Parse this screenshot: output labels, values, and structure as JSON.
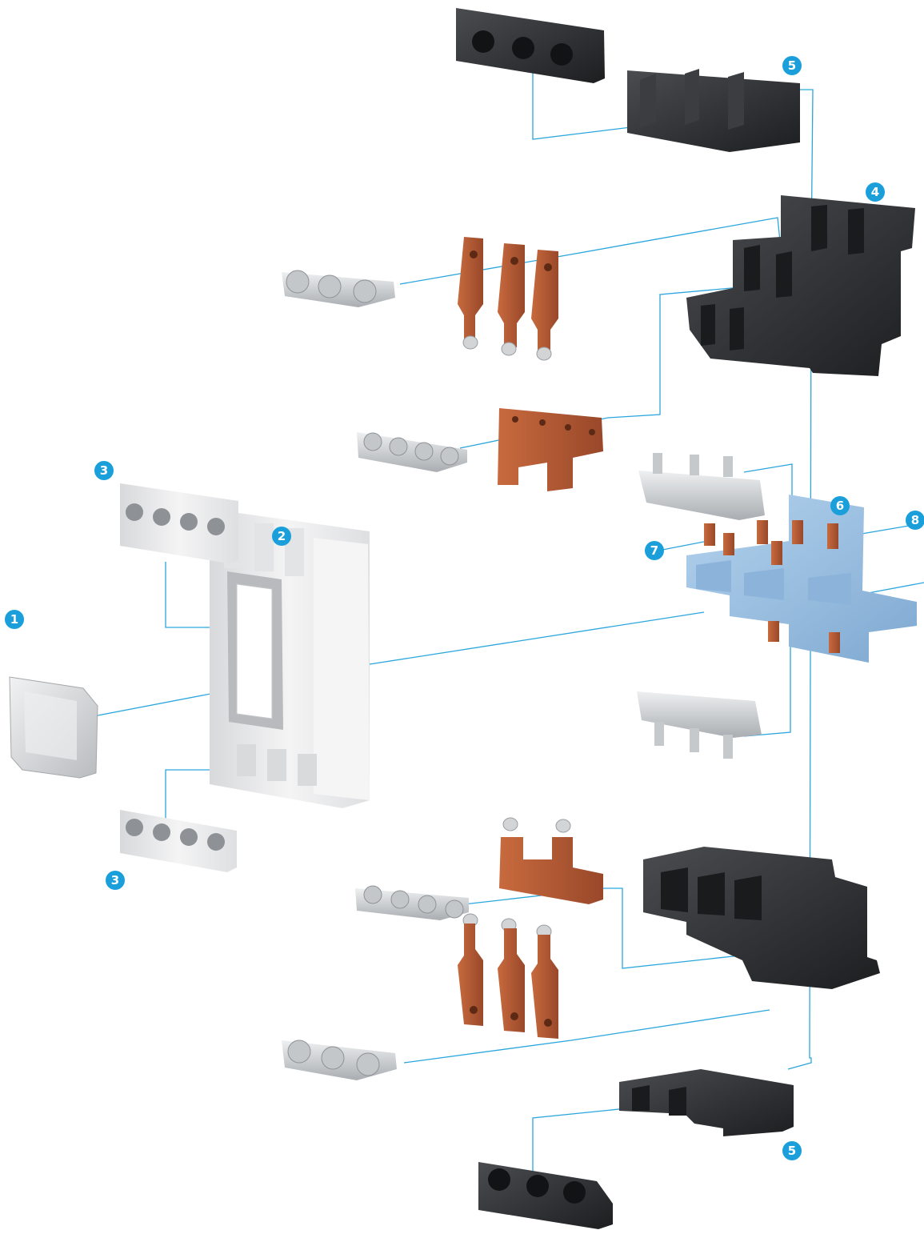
{
  "colors": {
    "leader": "#2ba6dd",
    "badge": "#1a9fdb",
    "badge_text": "#ffffff",
    "black_part": "#2c2d30",
    "black_shade": "#1b1c1e",
    "black_light": "#44464a",
    "copper": "#b65a33",
    "copper_dark": "#8e3f20",
    "silver": "#d4d6d8",
    "silver_dark": "#9ea2a6",
    "white_part": "#eeeeef",
    "white_shade": "#cfd0d2",
    "blue_part": "#9fc4e5",
    "blue_dark": "#6f9dc8",
    "clear_part": "#dfe1e3"
  },
  "callouts": [
    {
      "label": "1"
    },
    {
      "label": "2"
    },
    {
      "label": "3"
    },
    {
      "label": "3"
    },
    {
      "label": "4"
    },
    {
      "label": "5"
    },
    {
      "label": "5"
    },
    {
      "label": "6"
    },
    {
      "label": "7"
    },
    {
      "label": "8"
    }
  ]
}
